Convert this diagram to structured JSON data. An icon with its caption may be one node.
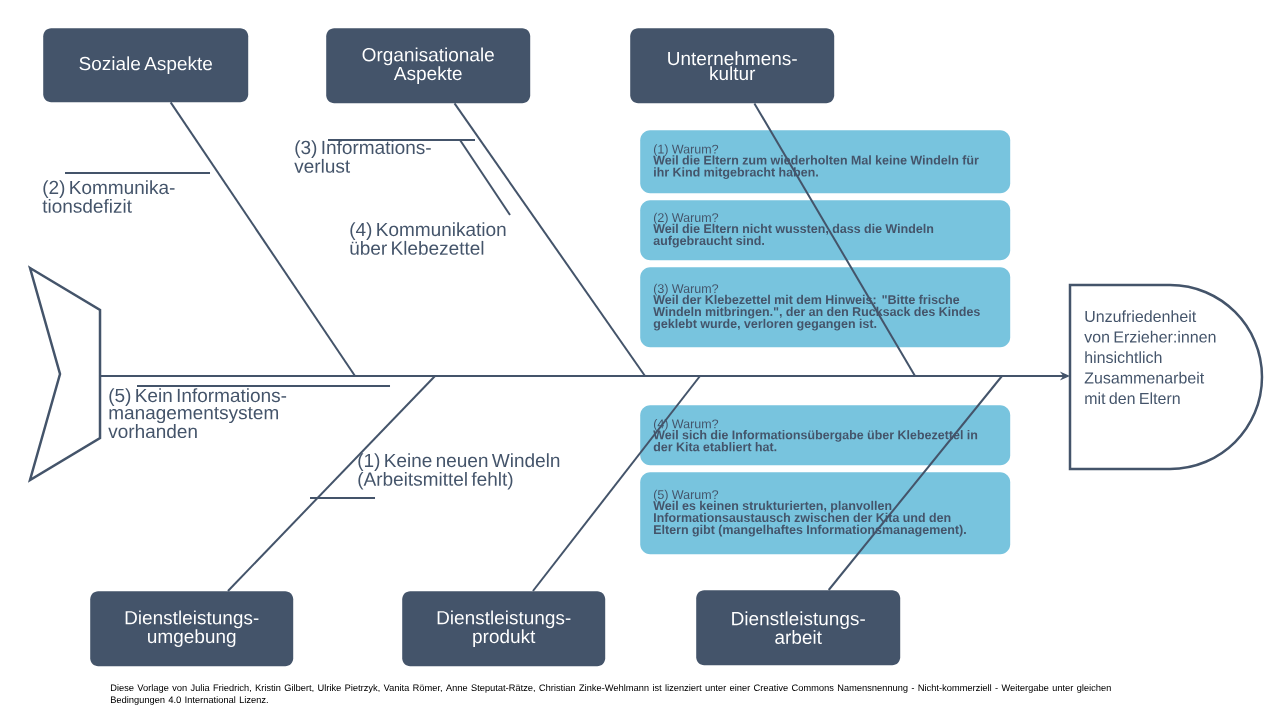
{
  "diagram": {
    "nodes": [
      {
        "text": [
          "Soziale Aspekte"
        ]
      },
      {
        "text": [
          "Organisationale Aspekte"
        ]
      },
      {
        "text": [
          "Unternehmens- kultur"
        ]
      },
      {
        "text": [],
        "shape": "chevron"
      },
      {
        "text": [
          "(1) Warum?",
          "Weil die Eltern zum wiederholten Mal keine Windeln für ihr Kind mitgebracht haben."
        ]
      },
      {
        "text": [
          "(2) Warum?",
          "Weil die Eltern nicht wussten, dass die Windeln aufgebraucht sind."
        ]
      },
      {
        "text": [
          "(3) Warum?",
          "Weil der Klebezettel mit dem Hinweis: \"Bitte frische Windeln mitbringen.\", der an den Rucksack des Kindes geklebt wurde, verloren gegangen ist."
        ]
      },
      {
        "text": [
          "(4) Warum?",
          "Weil sich die Informationsübergabe über Klebezettel in der Kita etabliert hat."
        ]
      },
      {
        "text": [
          "(5) Warum?",
          "Weil es keinen strukturierten, planvollen Informationsaustausch zwischen der Kita und den Eltern gibt (mangelhaftes Informationsmanagement)."
        ]
      },
      {
        "text": [
          "Unzufriedenheit von Erzieher:innen hinsichtlich Zusammenarbeit mit den Eltern"
        ]
      },
      {
        "text": [
          "Dienstleistungs- umgebung"
        ]
      },
      {
        "text": [
          "Dienstleistungs- produkt"
        ]
      },
      {
        "text": [
          "Dienstleistungs- arbeit"
        ]
      }
    ],
    "edges": [
      {
        "from": 3,
        "to": 9,
        "arrow": "to"
      },
      {
        "from": 0,
        "to": null,
        "arrow": "none"
      },
      {
        "from": 1,
        "to": null,
        "arrow": "none"
      },
      {
        "from": 2,
        "to": null,
        "arrow": "none"
      },
      {
        "from": 10,
        "to": null,
        "arrow": "none"
      },
      {
        "from": 11,
        "to": null,
        "arrow": "none"
      },
      {
        "from": 12,
        "to": null,
        "arrow": "none"
      }
    ],
    "labels": [
      "(3) Informations- verlust",
      "(2) Kommunika- tionsdefizit",
      "(4) Kommunikation über Klebezettel",
      "(5) Kein Informations- managementsystem vorhanden",
      "(1) Keine neuen Windeln (Arbeitsmittel fehlt)",
      "Diese Vorlage von Julia Friedrich, Kristin Gilbert, Ulrike Pietrzyk, Vanita Römer, Anne Steputat-Rätze, Christian Zinke-Wehlmann ist lizenziert unter einer Creative Commons Namensnennung - Nicht-kommerziell - Weitergabe unter gleichen Bedingungen 4.0 International Lizenz."
    ]
  }
}
